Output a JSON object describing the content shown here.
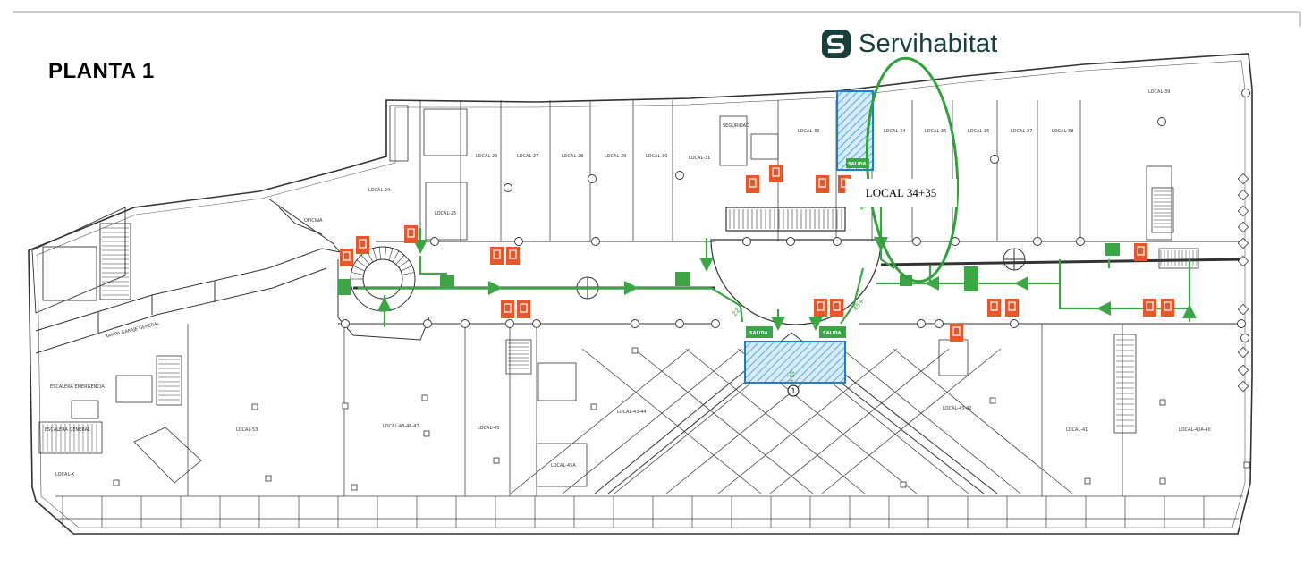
{
  "plan": {
    "title": "PLANTA 1",
    "highlight_label": "LOCAL 34+35",
    "exit_label": "SALIDA",
    "exit_number": "1",
    "route_distances": [
      "22+",
      "45+",
      "45+",
      "45+"
    ]
  },
  "brand": {
    "name": "Servihabitat",
    "logo_icon": "servihabitat-logo-icon",
    "color": "#17403a"
  },
  "units": {
    "top_row": [
      "LOCAL-24",
      "LOCAL-25",
      "LOCAL-26",
      "LOCAL-27",
      "LOCAL-28",
      "LOCAL-29",
      "LOCAL-30",
      "LOCAL-31",
      "LOCAL-33",
      "LOCAL-34",
      "LOCAL-35",
      "LOCAL-36",
      "LOCAL-37",
      "LOCAL-38",
      "LOCAL-39"
    ],
    "bottom_row": [
      "LOCAL-X",
      "LOCAL-53",
      "LOCAL-48-46-47",
      "LOCAL-45",
      "LOCAL-45A",
      "LOCAL-43-44",
      "LOCAL-43-42",
      "LOCAL-41",
      "LOCAL-40A-40"
    ],
    "other": [
      "OFICINA",
      "SEGURIDAD",
      "ESCALERA EMERGENCIA",
      "ESCALERA GENERAL",
      "RAMPA GARAJE GENERAL"
    ]
  },
  "colors": {
    "evacuation_route": "#3aa645",
    "highlight_ellipse": "#2fa23a",
    "selected_area": "#1a7fd0",
    "fire_equipment": "#e8572a",
    "plan_lines": "#333333"
  }
}
